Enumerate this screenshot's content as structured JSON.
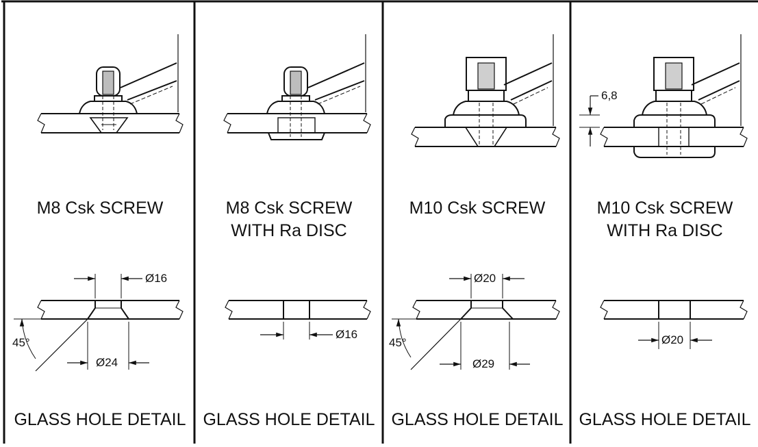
{
  "panels": [
    {
      "title_lines": [
        "M8 Csk SCREW"
      ],
      "footer": "GLASS HOLE DETAIL",
      "dims": {
        "top": "Ø16",
        "bottom": "Ø24",
        "angle": "45°"
      }
    },
    {
      "title_lines": [
        "M8 Csk SCREW",
        "WITH Ra DISC"
      ],
      "footer": "GLASS HOLE DETAIL",
      "dims": {
        "bottom": "Ø16"
      }
    },
    {
      "title_lines": [
        "M10 Csk SCREW"
      ],
      "footer": "GLASS HOLE DETAIL",
      "dims": {
        "top": "Ø20",
        "bottom": "Ø29",
        "angle": "45°"
      }
    },
    {
      "title_lines": [
        "M10 Csk SCREW",
        "WITH Ra DISC"
      ],
      "footer": "GLASS HOLE DETAIL",
      "dims": {
        "bottom": "Ø20",
        "thickness": "6,8"
      }
    }
  ]
}
